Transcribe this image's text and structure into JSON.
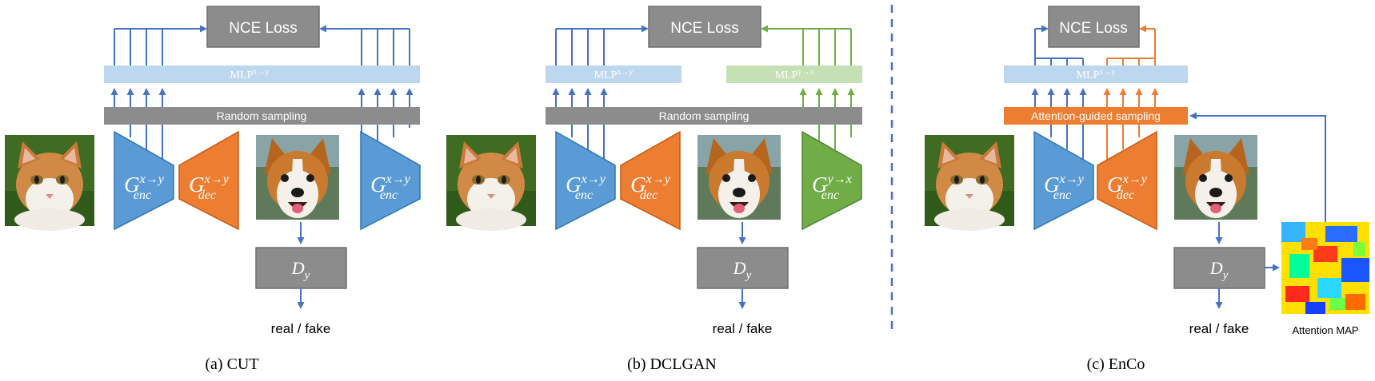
{
  "colors": {
    "blue": "#4472C4",
    "encoder_blue": "#5B9BD5",
    "orange": "#ED7D31",
    "green": "#70AD47",
    "gray": "#8C8C8C",
    "mlp_blue": "#BDD7EE",
    "mlp_green": "#C5E0B4"
  },
  "nce_loss": "NCE Loss",
  "random_sampling": "Random sampling",
  "attention_sampling": "Attention-guided sampling",
  "mlp_xy": "MLP",
  "mlp_xy_sup": "x→y",
  "mlp_yx": "MLP",
  "mlp_yx_sup": "y→x",
  "g_symbol": "G",
  "enc_sub": "enc",
  "dec_sub": "dec",
  "xy_sup": "x→y",
  "yx_sup": "y→x",
  "d_symbol": "D",
  "d_sub": "y",
  "real_fake": "real / fake",
  "attention_map_label": "Attention MAP",
  "images": {
    "cat": "cat-photo",
    "dog": "dog-photo",
    "attention": "attention-heatmap"
  },
  "panels": [
    {
      "caption": "(a) CUT"
    },
    {
      "caption": "(b) DCLGAN"
    },
    {
      "caption": "(c) EnCo"
    }
  ]
}
